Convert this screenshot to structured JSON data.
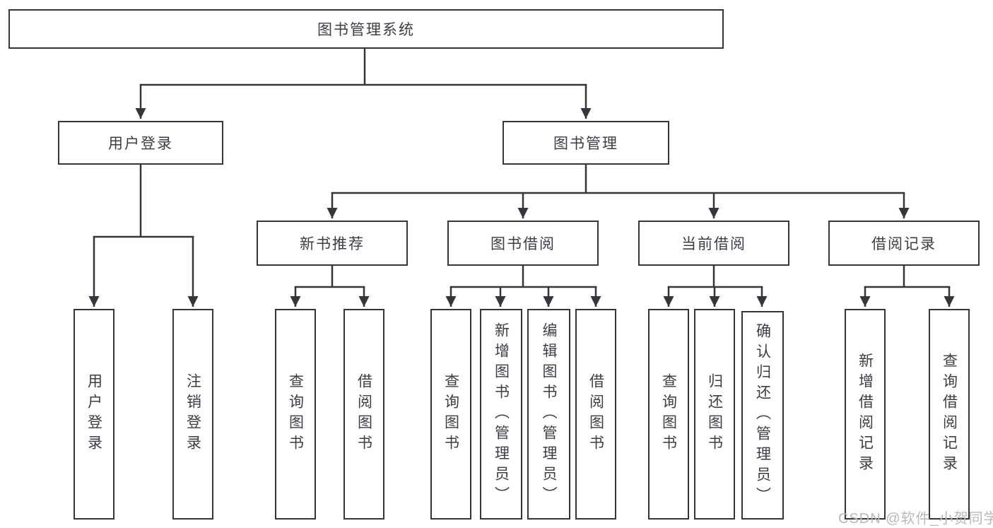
{
  "diagram_title": "图书管理系统",
  "tree": {
    "label": "图书管理系统",
    "children": [
      {
        "label": "用户登录",
        "children": [
          {
            "label": "用户登录"
          },
          {
            "label": "注销登录"
          }
        ]
      },
      {
        "label": "图书管理",
        "children": [
          {
            "label": "新书推荐",
            "children": [
              {
                "label": "查询图书"
              },
              {
                "label": "借阅图书"
              }
            ]
          },
          {
            "label": "图书借阅",
            "children": [
              {
                "label": "查询图书"
              },
              {
                "label": "新增图书（管理员）"
              },
              {
                "label": "编辑图书（管理员）"
              },
              {
                "label": "借阅图书"
              }
            ]
          },
          {
            "label": "当前借阅",
            "children": [
              {
                "label": "查询图书"
              },
              {
                "label": "归还图书"
              },
              {
                "label": "确认归还（管理员）"
              }
            ]
          },
          {
            "label": "借阅记录",
            "children": [
              {
                "label": "新增借阅记录"
              },
              {
                "label": "查询借阅记录"
              }
            ]
          }
        ]
      }
    ]
  },
  "watermark": {
    "text": "CSDN @软件_小贺同学"
  },
  "colors": {
    "line": "#35353c",
    "text": "#3d3d45",
    "background": "#ffffff",
    "watermark": "#b9b9b9"
  }
}
